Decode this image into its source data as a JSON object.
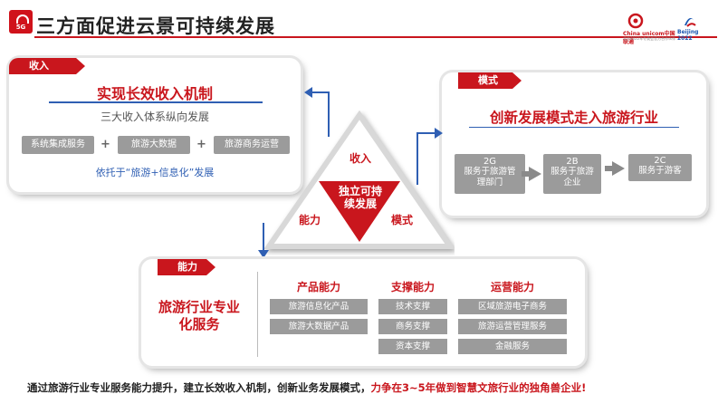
{
  "header": {
    "title": "三方面促进云景可持续发展",
    "badge": "5G",
    "brand_unicom": "China unicom中国联通",
    "brand_olympic": "Beijing 2022",
    "brand_sub": "北京2022年冬奥会官方合作伙伴"
  },
  "income": {
    "tag": "收入",
    "title": "实现长效收入机制",
    "subtitle": "三大收入体系纵向发展",
    "items": [
      "系统集成服务",
      "旅游大数据",
      "旅游商务运营"
    ],
    "note": "依托于“旅游+信息化”发展"
  },
  "mode": {
    "tag": "模式",
    "title": "创新发展模式走入旅游行业",
    "steps": [
      {
        "head": "2G",
        "body": "服务于旅游管理部门"
      },
      {
        "head": "2B",
        "body": "服务于旅游企业"
      },
      {
        "head": "2C",
        "body": "服务于游客"
      }
    ]
  },
  "triangle": {
    "top": "收入",
    "center": "独立可持续发展",
    "left": "能力",
    "right": "模式"
  },
  "ability": {
    "tag": "能力",
    "title": "旅游行业专业化服务",
    "columns": [
      {
        "head": "产品能力",
        "items": [
          "旅游信息化产品",
          "旅游大数据产品"
        ]
      },
      {
        "head": "支撑能力",
        "items": [
          "技术支撑",
          "商务支撑",
          "资本支撑"
        ]
      },
      {
        "head": "运营能力",
        "items": [
          "区域旅游电子商务",
          "旅游运营管理服务",
          "金融服务"
        ]
      }
    ]
  },
  "footer": {
    "text_a": "通过旅游行业专业服务能力提升，建立长效收入机制，创新业务发展模式，",
    "text_b": "力争在3~5年做到智慧文旅行业的独角兽企业!"
  },
  "colors": {
    "accent": "#c9161d",
    "box": "#9b9b9b",
    "connector": "#2f5fb3"
  }
}
